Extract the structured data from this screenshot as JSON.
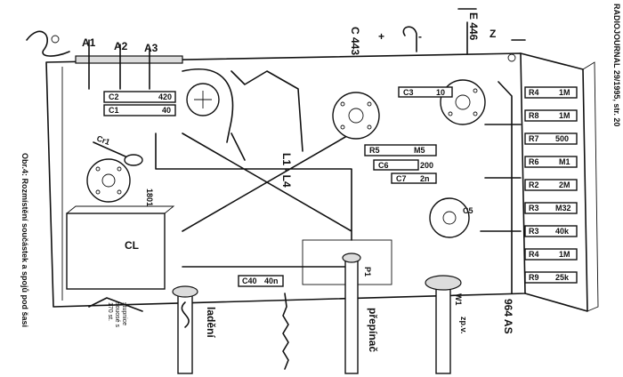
{
  "header": {
    "journal": "RADIOJOURNAL 29/1995, str. 20"
  },
  "caption": "Obr.4: Rozmístění součástek a spojů pod šasi",
  "tubes": {
    "c443": "C 443",
    "e446": "E 446",
    "as964": "964 AS",
    "t1801": "1801"
  },
  "terminals": {
    "a1": "A1",
    "a2": "A2",
    "a3": "A3",
    "z": "Z",
    "plus": "+",
    "minus": "-"
  },
  "components": {
    "c1": "C1",
    "c1v": "40",
    "c2": "C2",
    "c2v": "420",
    "c3": "C3",
    "c3v": "10",
    "c5": "C5",
    "c6": "C6",
    "c6v": "200",
    "c7": "C7",
    "c7v": "2n",
    "c40": "C40",
    "c40v": "40n",
    "cl": "CL",
    "coil": "L1 - L4",
    "r5": "R5",
    "r5v": "M5",
    "r4a": "R4",
    "r4av": "1M",
    "r8": "R8",
    "r8v": "1M",
    "r7": "R7",
    "r7v": "500",
    "r6": "R6",
    "r6v": "M1",
    "r2": "R2",
    "r2v": "2M",
    "r3a": "R3",
    "r3av": "M32",
    "r3b": "R3",
    "r3bv": "40k",
    "r4b": "R4",
    "r4bv": "1M",
    "r9": "R9",
    "r9v": "25k",
    "p1": "P1",
    "w1": "W1",
    "cr1": "Cr1"
  },
  "controls": {
    "ladeni": "ladění",
    "prepinac": "přepínač",
    "zpv": "zp.v.",
    "stupnice": "stupnice",
    "stupnice2": "souosé s",
    "stupnice3": "170 st."
  }
}
